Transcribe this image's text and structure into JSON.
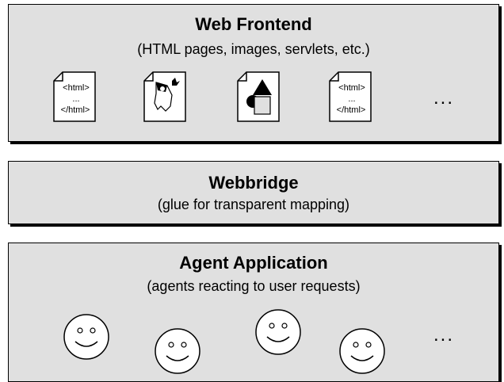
{
  "frontend": {
    "title": "Web Frontend",
    "subtitle": "(HTML pages, images, servlets, etc.)",
    "html_doc": {
      "line1": "<html>",
      "line2": "...",
      "line3": "</html>"
    },
    "ellipsis": "..."
  },
  "webbridge": {
    "title": "Webbridge",
    "subtitle": "(glue for transparent mapping)"
  },
  "agents": {
    "title": "Agent Application",
    "subtitle": "(agents reacting to user requests)",
    "ellipsis": "..."
  },
  "colors": {
    "layer_fill": "#e0e0e0",
    "stroke": "#000000"
  }
}
